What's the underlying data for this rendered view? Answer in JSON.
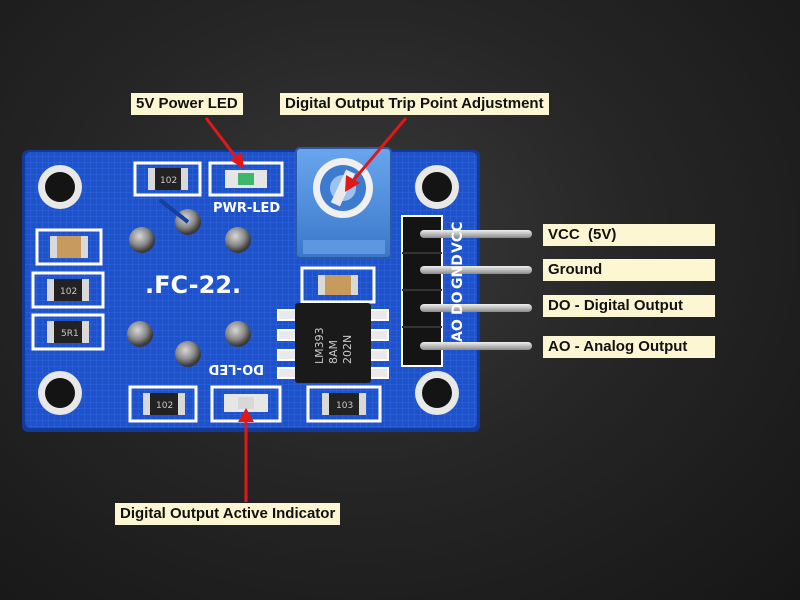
{
  "annotations": {
    "power_led": "5V Power LED",
    "trip_point": "Digital Output Trip Point Adjustment",
    "vcc": "VCC  (5V)",
    "ground": "Ground",
    "do": "DO - Digital Output",
    "ao": "AO - Analog Output",
    "active_indicator": "Digital Output Active Indicator"
  },
  "silkscreen": {
    "board_name": ".FC-22.",
    "pwr_led": "PWR-LED",
    "do_led": "DO-LED",
    "pins_vcc": "VCC",
    "pins_gnd": "GND",
    "pins_do": "DO",
    "pins_ao": "AO",
    "res_top": "102",
    "res_left": "102",
    "res_left2": "5R1",
    "res_bottom1": "102",
    "res_bottom2": "103"
  },
  "ic": {
    "line1": "LM393",
    "line2": "8AM",
    "line3": "202N"
  },
  "colors": {
    "pcb": "#1e4fc4",
    "annotation_bg": "#fdf6d3",
    "arrow": "#e01818",
    "pot_body": "#4a8fe0"
  }
}
